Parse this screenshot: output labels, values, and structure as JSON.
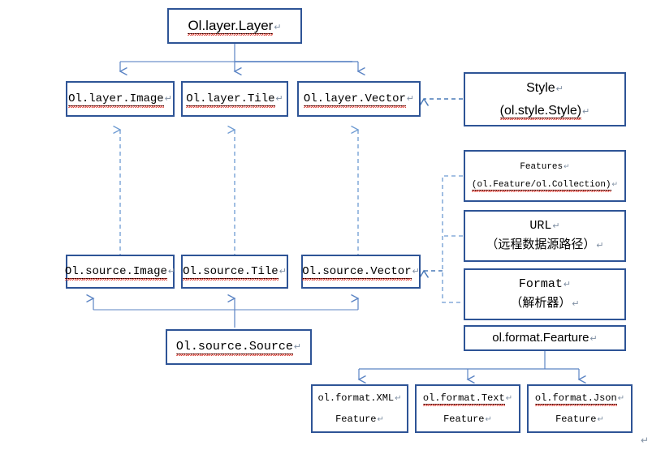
{
  "diagram": {
    "title": "OpenLayers class hierarchy diagram",
    "colors": {
      "box_border": "#2E5496",
      "solid_connector": "#5B84C4",
      "dashed_connector": "#6E9BD2",
      "spellcheck_underline": "#E03A2F",
      "background": "#FFFFFF",
      "text": "#000000"
    },
    "pilcrow": "↵"
  },
  "nodes": {
    "layer_root": {
      "label": "Ol.layer.Layer",
      "font": "sans"
    },
    "layer_image": {
      "label": "Ol.layer.Image",
      "font": "mono"
    },
    "layer_tile": {
      "label": "Ol.layer.Tile",
      "font": "mono"
    },
    "layer_vector": {
      "label": "Ol.layer.Vector",
      "font": "mono"
    },
    "source_image": {
      "label": "Ol.source.Image",
      "font": "mono"
    },
    "source_tile": {
      "label": "Ol.source.Tile",
      "font": "mono"
    },
    "source_vector": {
      "label": "Ol.source.Vector",
      "font": "mono"
    },
    "source_root": {
      "label": "Ol.source.Source",
      "font": "mono"
    },
    "style": {
      "line1": "Style",
      "line2": "(ol.style.Style)",
      "font": "sans"
    },
    "features": {
      "line1": "Features",
      "line2": "(ol.Feature/ol.Collection)",
      "font": "mono"
    },
    "url": {
      "line1": "URL",
      "line2": "（远程数据源路径）",
      "font": "mono"
    },
    "format": {
      "line1": "Format",
      "line2": "（解析器）",
      "font": "mono"
    },
    "format_feature": {
      "label": "ol.format.Fearture",
      "font": "sans"
    },
    "format_xml": {
      "line1": "ol.format.XML",
      "line2": "Feature",
      "font": "mono"
    },
    "format_text": {
      "line1": "ol.format.Text",
      "line2": "Feature",
      "font": "mono"
    },
    "format_json": {
      "line1": "ol.format.Json",
      "line2": "Feature",
      "font": "mono"
    }
  },
  "trailing_mark": "↵"
}
